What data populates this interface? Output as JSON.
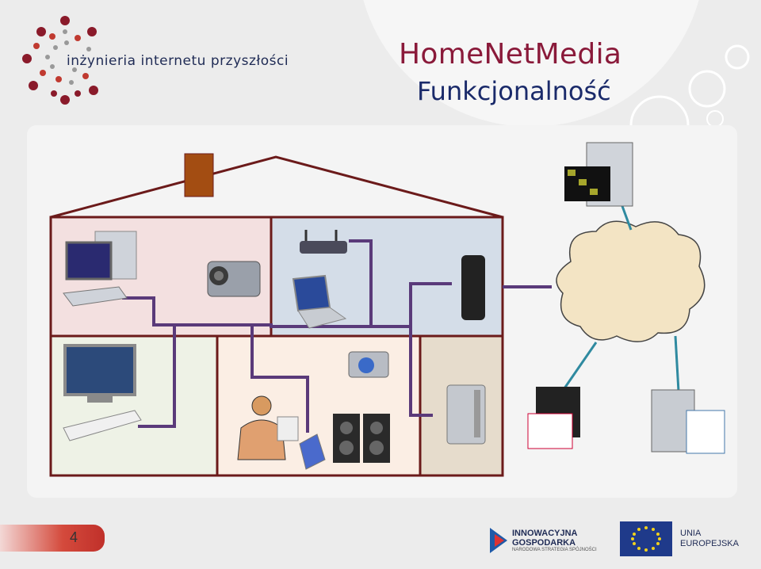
{
  "header": {
    "logo_text": "inżynieria internetu przyszłości",
    "title_line1": "HomeNetMedia",
    "title_line2": "Funkcjonalność"
  },
  "footer": {
    "page_number": "4",
    "ig_line1": "INNOWACYJNA",
    "ig_line2": "GOSPODARKA",
    "ig_line3": "NARODOWA STRATEGIA SPÓJNOŚCI",
    "ue_line1": "UNIA",
    "ue_line2": "EUROPEJSKA"
  },
  "colors": {
    "title_primary": "#8a1a3a",
    "title_secondary": "#1a2a6a",
    "house_outline": "#6b1a1a",
    "cable": "#5a3a7a",
    "internet_link": "#2f8aa0",
    "cloud_fill": "#f3e4c4"
  },
  "diagram": {
    "icons": [
      "desktop-computer-icon",
      "camcorder-icon",
      "router-icon",
      "laptop-icon",
      "set-top-box-icon",
      "tv-icon",
      "dvd-player-icon",
      "photo-camera-icon",
      "user-at-pc-icon",
      "pda-icon",
      "speakers-icon",
      "nas-server-icon",
      "media-server-icon",
      "web-server-icon",
      "web-server-2-icon",
      "cloud-internet-icon"
    ]
  }
}
